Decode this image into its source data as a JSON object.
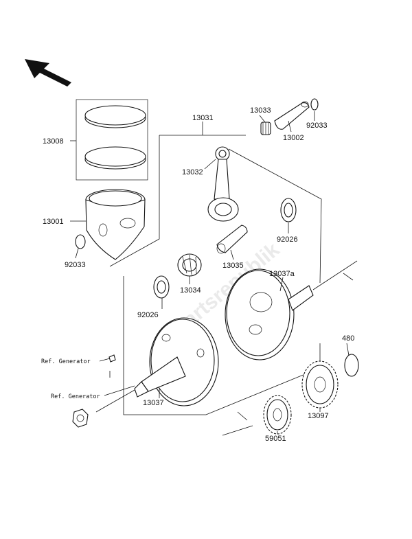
{
  "watermark": "Partsrepublik",
  "callouts": {
    "p13008": "13008",
    "p13031": "13031",
    "p13033": "13033",
    "p92033_top": "92033",
    "p13002": "13002",
    "p13032": "13032",
    "p13001": "13001",
    "p92026_right": "92026",
    "p92033_left": "92033",
    "p13035": "13035",
    "p13037a": "13037a",
    "p13034": "13034",
    "p92026_left": "92026",
    "p480": "480",
    "ref_generator_1": "Ref. Generator",
    "ref_generator_2": "Ref. Generator",
    "p13037": "13037",
    "p13097": "13097",
    "p59051": "59051"
  },
  "icons": {
    "orientation": "direction-arrow-icon"
  }
}
